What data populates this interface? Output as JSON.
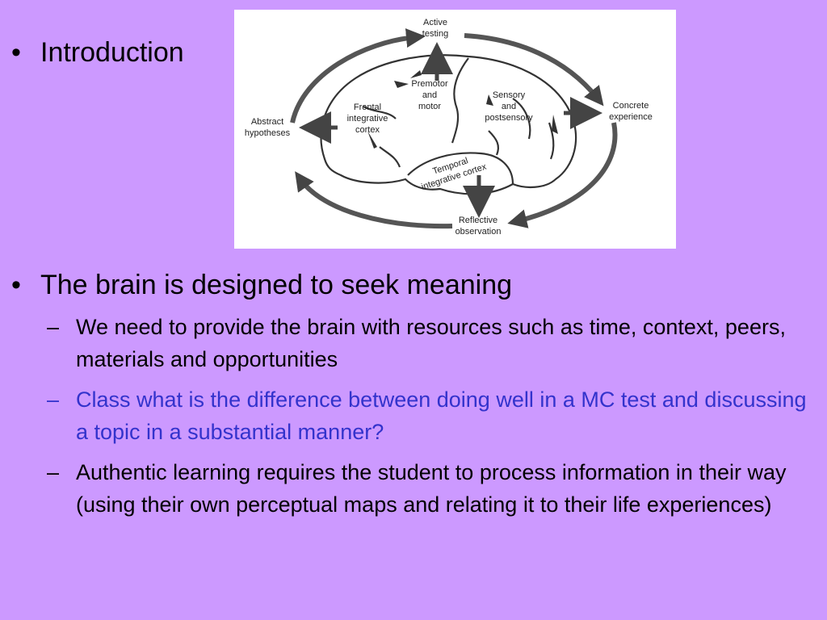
{
  "slide": {
    "bullet_char": "•",
    "dash_char": "–",
    "bullets": [
      {
        "text": "Introduction"
      },
      {
        "text": "The brain is designed to seek meaning"
      }
    ],
    "subbullets": [
      {
        "text": "We need to provide the brain with resources such as time, context, peers, materials and opportunities"
      },
      {
        "text": "Class what is the difference between doing well in a MC test and discussing a topic in a substantial manner?"
      },
      {
        "text": "Authentic learning requires the student to process information in their way (using their own perceptual maps and relating it to their life experiences)"
      }
    ]
  },
  "figure": {
    "active_1": "Active",
    "active_2": "testing",
    "concrete_1": "Concrete",
    "concrete_2": "experience",
    "reflective_1": "Reflective",
    "reflective_2": "observation",
    "abstract_1": "Abstract",
    "abstract_2": "hypotheses",
    "premotor_1": "Premotor",
    "premotor_2": "and",
    "premotor_3": "motor",
    "sensory_1": "Sensory",
    "sensory_2": "and",
    "sensory_3": "postsensory",
    "frontal_1": "Frontal",
    "frontal_2": "integrative",
    "frontal_3": "cortex",
    "temporal_1": "Temporal",
    "temporal_2": "integrative cortex"
  }
}
